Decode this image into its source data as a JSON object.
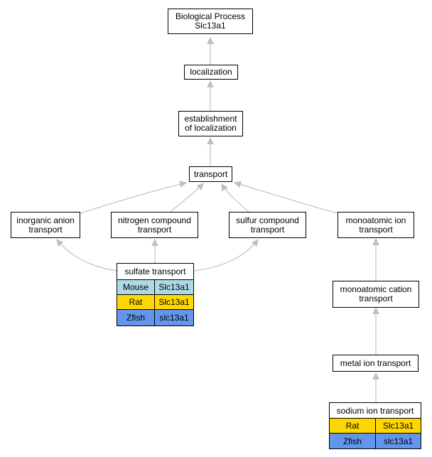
{
  "nodes": {
    "bp": {
      "line1": "Biological Process",
      "line2": "Slc13a1"
    },
    "localization": {
      "line1": "localization"
    },
    "establishment": {
      "line1": "establishment",
      "line2": "of localization"
    },
    "transport": {
      "line1": "transport"
    },
    "inorganic_anion": {
      "line1": "inorganic anion",
      "line2": "transport"
    },
    "nitrogen_compound": {
      "line1": "nitrogen compound",
      "line2": "transport"
    },
    "sulfur_compound": {
      "line1": "sulfur compound",
      "line2": "transport"
    },
    "monoatomic_ion": {
      "line1": "monoatomic ion",
      "line2": "transport"
    },
    "monoatomic_cation": {
      "line1": "monoatomic cation",
      "line2": "transport"
    },
    "metal_ion": {
      "line1": "metal ion transport"
    }
  },
  "orthologs": {
    "sulfate": {
      "title": "sulfate transport",
      "rows": [
        {
          "species": "Mouse",
          "gene": "Slc13a1",
          "color": "#add8e6"
        },
        {
          "species": "Rat",
          "gene": "Slc13a1",
          "color": "#ffd700"
        },
        {
          "species": "Zfish",
          "gene": "slc13a1",
          "color": "#6495ed"
        }
      ]
    },
    "sodium": {
      "title": "sodium ion transport",
      "rows": [
        {
          "species": "Rat",
          "gene": "Slc13a1",
          "color": "#ffd700"
        },
        {
          "species": "Zfish",
          "gene": "slc13a1",
          "color": "#6495ed"
        }
      ]
    }
  },
  "edge_color": "#c0c0c0"
}
